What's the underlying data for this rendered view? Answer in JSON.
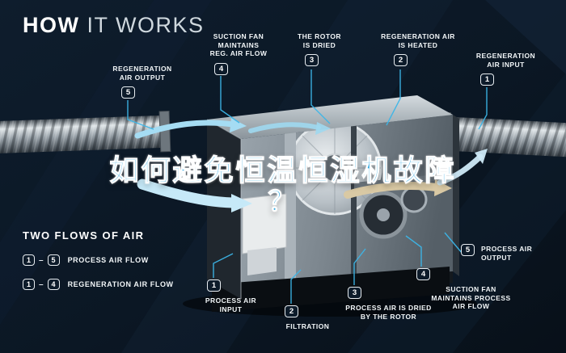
{
  "title": {
    "word1": "HOW",
    "word2": "IT WORKS"
  },
  "overlay": {
    "line1": "如何避免恒温恒湿机故障",
    "line2": "？",
    "color": "#2ba6e0"
  },
  "legend": {
    "title": "TWO FLOWS OF AIR",
    "rows": [
      {
        "start": "1",
        "dash": "–",
        "end": "5",
        "label": "PROCESS AIR FLOW"
      },
      {
        "start": "1",
        "dash": "–",
        "end": "4",
        "label": "REGENERATION AIR FLOW"
      }
    ]
  },
  "callouts": [
    {
      "num": "5",
      "label": "REGENERATION\nAIR OUTPUT"
    },
    {
      "num": "4",
      "label": "SUCTION FAN\nMAINTAINS\nREG. AIR FLOW"
    },
    {
      "num": "3",
      "label": "THE ROTOR\nIS DRIED"
    },
    {
      "num": "2",
      "label": "REGENERATION AIR\nIS HEATED"
    },
    {
      "num": "1",
      "label": "REGENERATION\nAIR INPUT"
    },
    {
      "num": "5",
      "label": "PROCESS AIR\nOUTPUT"
    },
    {
      "num": "4",
      "label": "SUCTION FAN\nMAINTAINS PROCESS\nAIR FLOW"
    },
    {
      "num": "3",
      "label": "PROCESS AIR IS DRIED\nBY THE ROTOR"
    },
    {
      "num": "2",
      "label": "FILTRATION"
    },
    {
      "num": "1",
      "label": "PROCESS AIR\nINPUT"
    }
  ],
  "colors": {
    "background": "#0b1622",
    "accent_cyan": "#2ba6e0",
    "leader_line": "#3cb6e8",
    "badge_border": "#e8edf1"
  }
}
